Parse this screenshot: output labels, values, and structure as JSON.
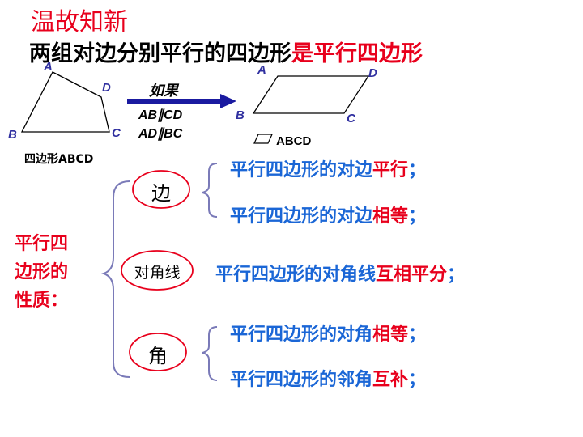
{
  "title": "温故知新",
  "definition": {
    "part1": "两组对边分别平行的四边形",
    "part2": "是平行四边形"
  },
  "left_quad": {
    "vertex_a": "A",
    "vertex_b": "B",
    "vertex_c": "C",
    "vertex_d": "D",
    "name": "四边形ABCD"
  },
  "condition": {
    "if_label": "如果",
    "line1": "AB∥CD",
    "line2": "AD∥BC"
  },
  "right_quad": {
    "vertex_a": "A",
    "vertex_b": "B",
    "vertex_c": "C",
    "vertex_d": "D",
    "name": "ABCD"
  },
  "properties_heading": {
    "line1": "平行四",
    "line2": "边形的",
    "line3": "性质："
  },
  "categories": {
    "side": "边",
    "diagonal": "对角线",
    "angle": "角"
  },
  "side_props": [
    {
      "pre": "平行四边形的对边",
      "hl": "平行",
      "end": "；"
    },
    {
      "pre": "平行四边形的对边",
      "hl": "相等",
      "end": "；"
    }
  ],
  "diagonal_prop": {
    "pre": "平行四边形的对角线",
    "hl": "互相平分",
    "end": "；"
  },
  "angle_props": [
    {
      "pre": "平行四边形的对角",
      "hl": "相等",
      "end": "；"
    },
    {
      "pre": "平行四边形的邻角",
      "hl": "互补",
      "end": "；"
    }
  ],
  "colors": {
    "red": "#e8001c",
    "blue": "#1a66d6",
    "arrow": "#1a1aa0",
    "brace": "#7a7ab8"
  }
}
